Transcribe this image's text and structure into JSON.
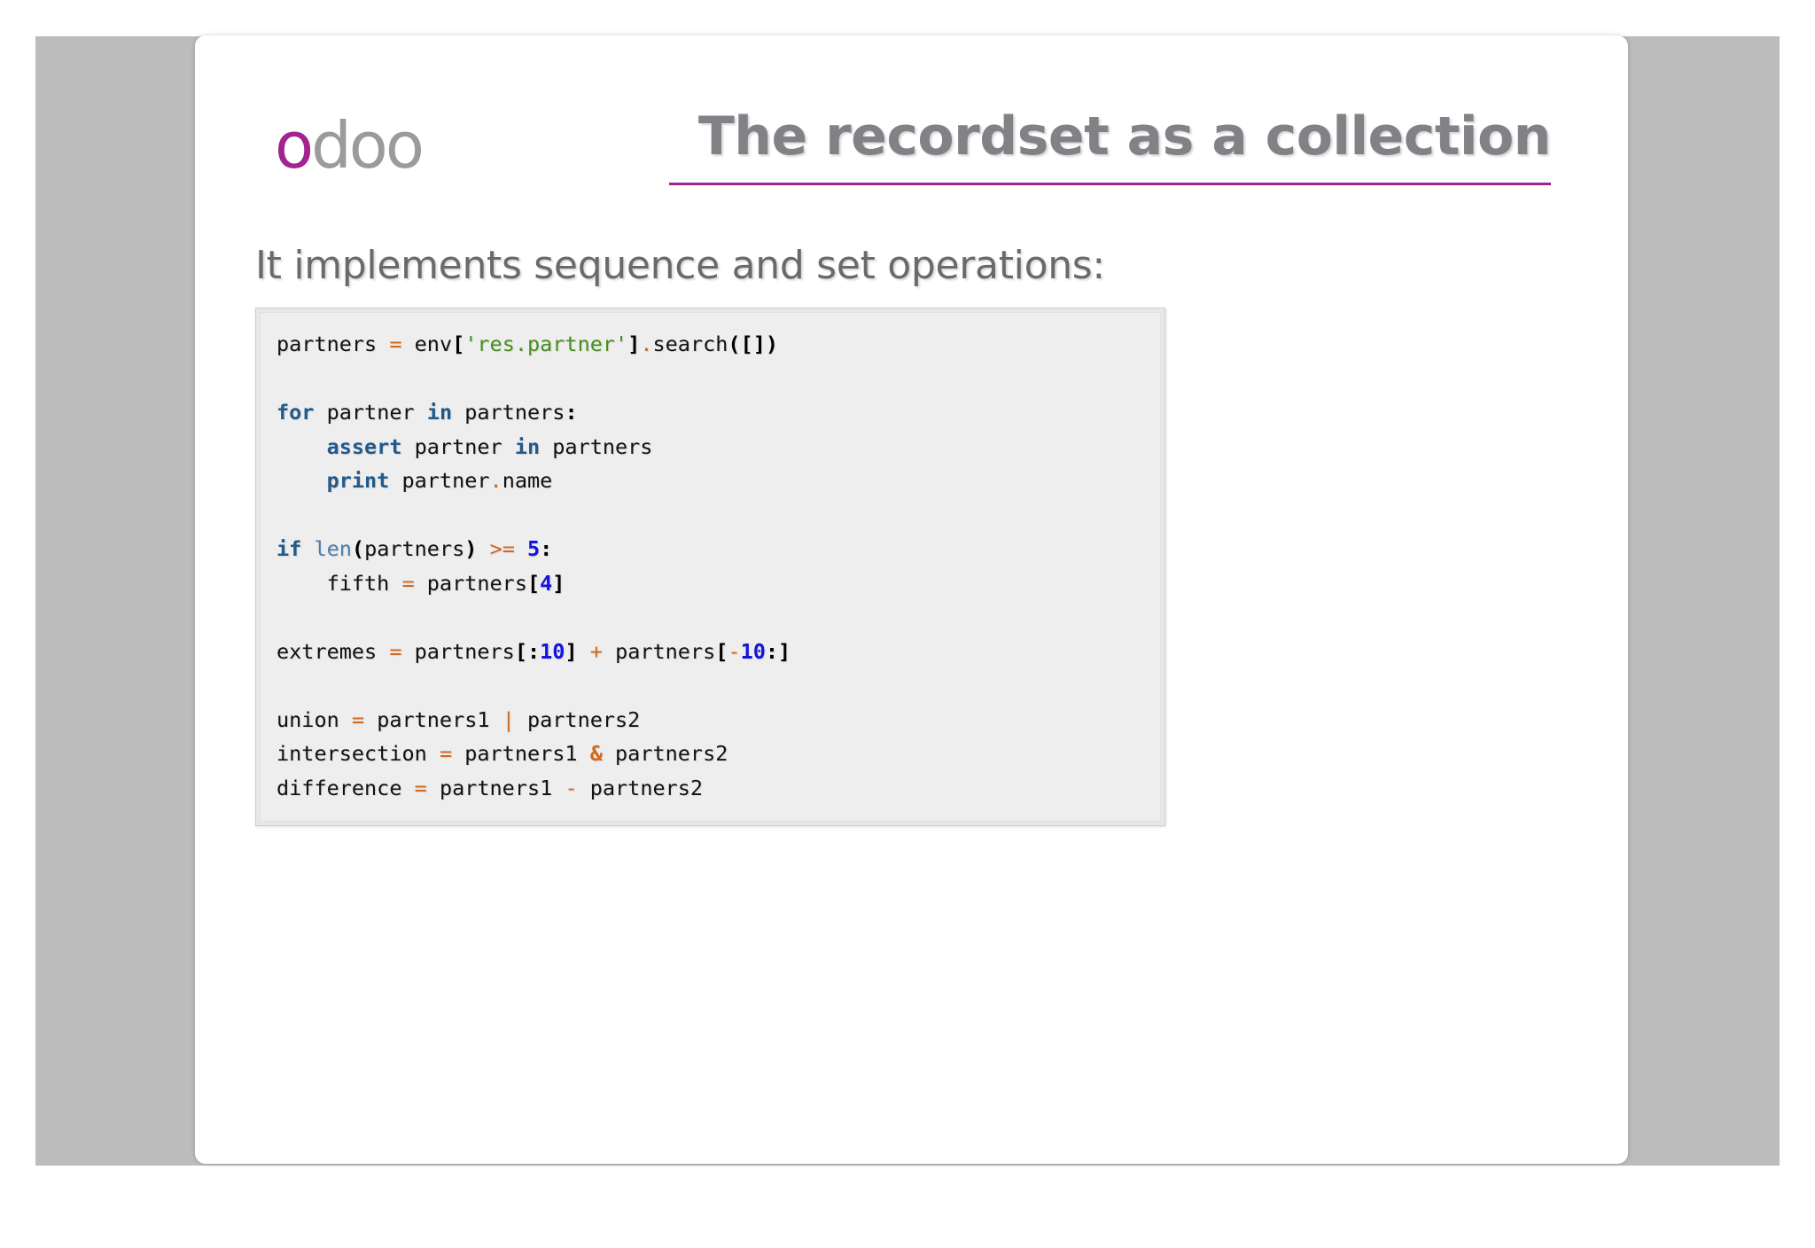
{
  "slide": {
    "logo": {
      "first_letter": "o",
      "rest": "doo",
      "alt": "odoo"
    },
    "title": "The recordset as a collection",
    "subtitle": "It implements sequence and set operations:",
    "colors": {
      "accent": "#a2258f",
      "title_gray": "#808285",
      "body_gray": "#6a6a6a",
      "code_bg": "#eeeeee",
      "code_border": "#cfcfcf",
      "keyword": "#235a8a",
      "builtin": "#4a7fb0",
      "string": "#47901c",
      "number": "#1414dd",
      "operator": "#d2691e"
    },
    "code": {
      "language": "python",
      "lines": [
        "partners = env['res.partner'].search([])",
        "",
        "for partner in partners:",
        "    assert partner in partners",
        "    print partner.name",
        "",
        "if len(partners) >= 5:",
        "    fifth = partners[4]",
        "",
        "extremes = partners[:10] + partners[-10:]",
        "",
        "union = partners1 | partners2",
        "intersection = partners1 & partners2",
        "difference = partners1 - partners2"
      ]
    }
  }
}
